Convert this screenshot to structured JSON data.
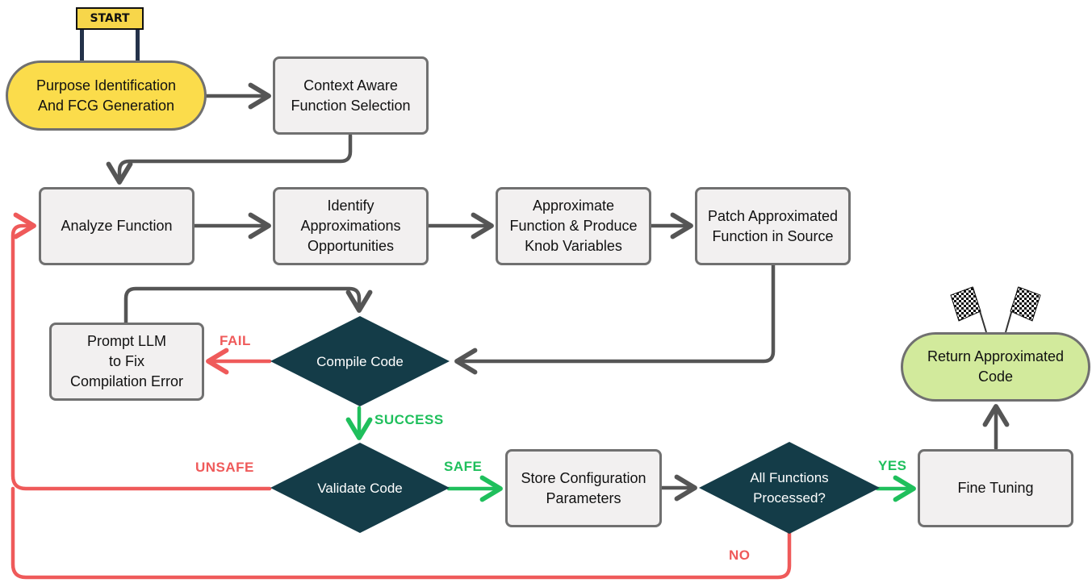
{
  "start_sign": "START",
  "nodes": {
    "purpose": "Purpose Identification\nAnd FCG Generation",
    "context": "Context Aware\nFunction Selection",
    "analyze": "Analyze Function",
    "identify": "Identify\nApproximations\nOpportunities",
    "approximate": "Approximate\nFunction & Produce\nKnob Variables",
    "patch": "Patch Approximated\nFunction in Source",
    "compile": "Compile Code",
    "prompt": "Prompt LLM\nto Fix\nCompilation Error",
    "validate": "Validate Code",
    "store": "Store Configuration\nParameters",
    "all_processed": "All Functions\nProcessed?",
    "fine_tuning": "Fine Tuning",
    "return": "Return Approximated\nCode"
  },
  "edge_labels": {
    "fail": "FAIL",
    "success": "SUCCESS",
    "unsafe": "UNSAFE",
    "safe": "SAFE",
    "yes": "YES",
    "no": "NO"
  },
  "colors": {
    "box_fill": "#f2f0f0",
    "box_border": "#707070",
    "start_fill": "#fbdc4b",
    "end_fill": "#d2ea9c",
    "decision_fill": "#143c48",
    "arrow_gray": "#555555",
    "arrow_red": "#ef5a5a",
    "arrow_green": "#1fbf5c"
  },
  "icons": [
    "start-sign-icon",
    "checkered-flags-icon"
  ]
}
